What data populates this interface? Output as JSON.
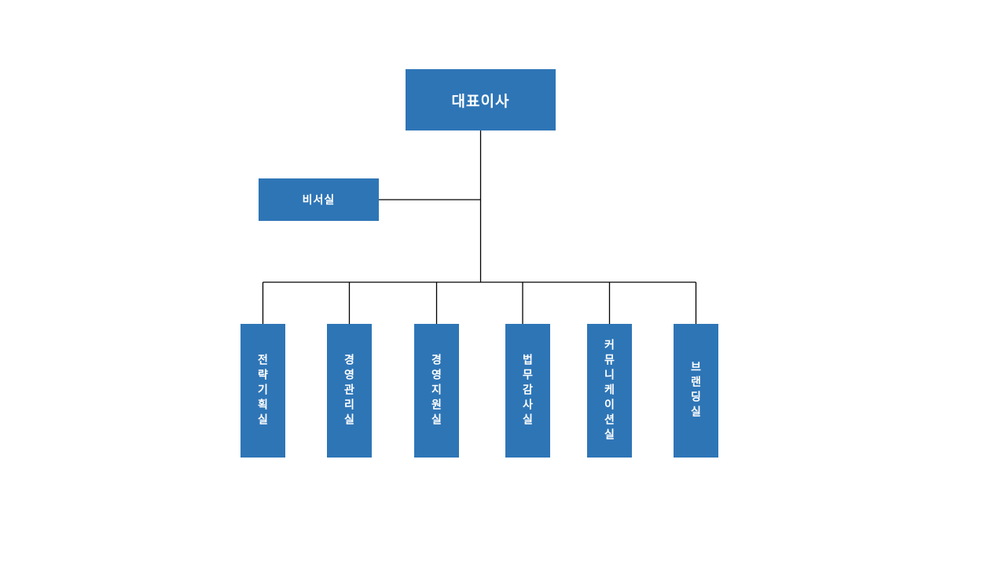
{
  "org_chart": {
    "root": {
      "label": "대표이사"
    },
    "staff": {
      "label": "비서실"
    },
    "departments": [
      {
        "label": "전략기획실"
      },
      {
        "label": "경영관리실"
      },
      {
        "label": "경영지원실"
      },
      {
        "label": "법무감사실"
      },
      {
        "label": "커뮤니케이션실"
      },
      {
        "label": "브랜딩실"
      }
    ],
    "colors": {
      "node_fill": "#2E75B6",
      "node_text": "#FFFFFF",
      "connector": "#000000",
      "background": "#FFFFFF"
    }
  }
}
